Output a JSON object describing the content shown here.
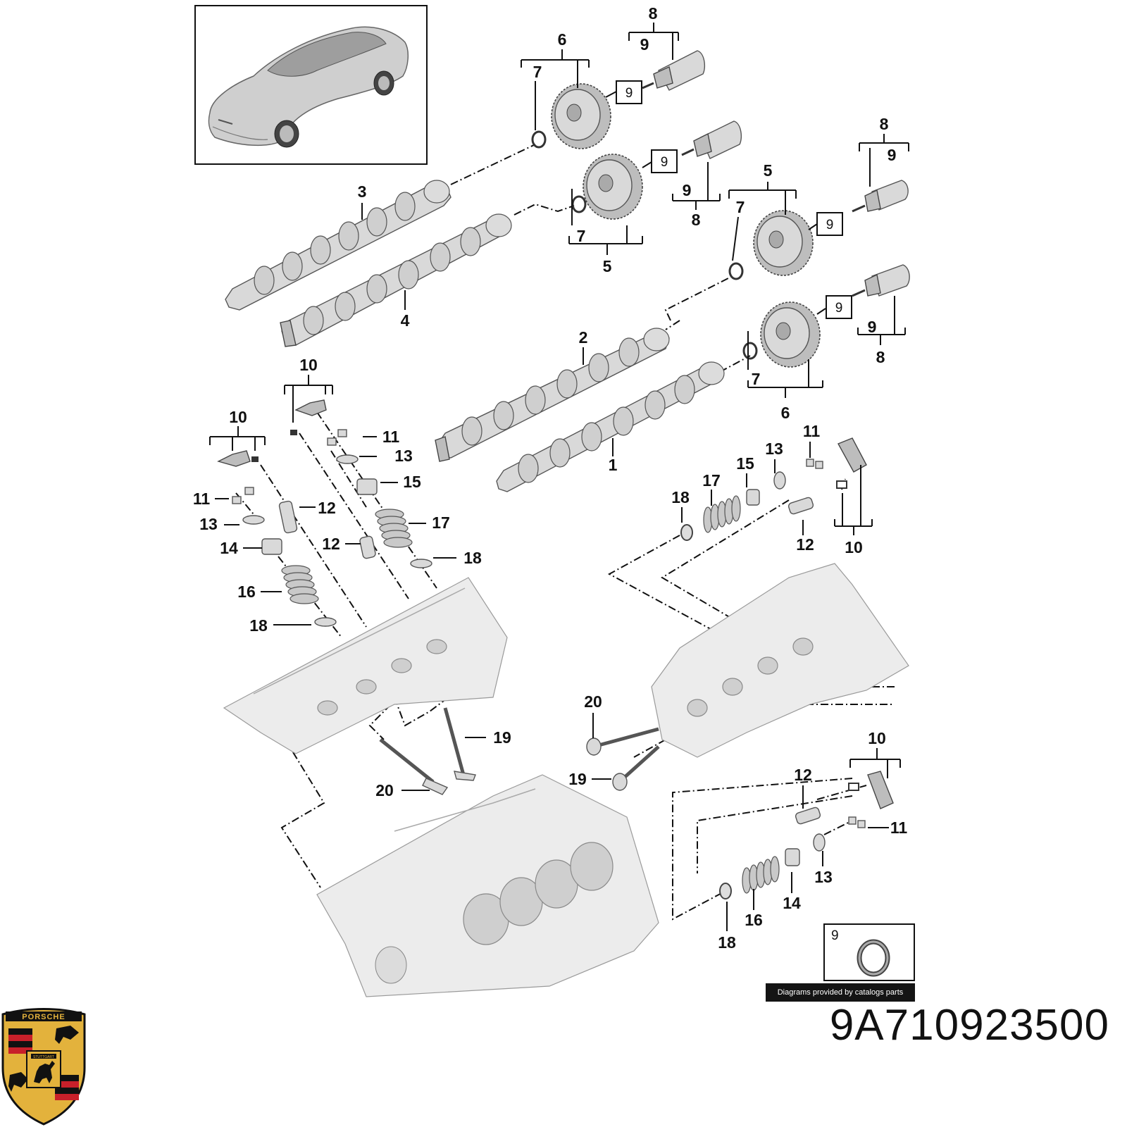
{
  "part_number": "9A710923500",
  "credit": "Diagrams provided by catalogs parts",
  "logo": {
    "name": "porsche-crest",
    "text": "PORSCHE",
    "subtext": "STUTTGART",
    "colors": {
      "gold": "#e3b23c",
      "red": "#c8202a",
      "black": "#111111"
    }
  },
  "inset_label": "9",
  "callouts": {
    "c1": "1",
    "c2": "2",
    "c3": "3",
    "c4": "4",
    "c5a": "5",
    "c5b": "5",
    "c6a": "6",
    "c6b": "6",
    "c7a": "7",
    "c7b": "7",
    "c7c": "7",
    "c7d": "7",
    "c8a": "8",
    "c8b": "8",
    "c8c": "8",
    "c8d": "8",
    "c9a": "9",
    "c9b": "9",
    "c9c": "9",
    "c9d": "9",
    "b9a": "9",
    "b9b": "9",
    "b9c": "9",
    "b9d": "9",
    "c10a": "10",
    "c10b": "10",
    "c10c": "10",
    "c10d": "10",
    "c11a": "11",
    "c11b": "11",
    "c11c": "11",
    "c11d": "11",
    "c12a": "12",
    "c12b": "12",
    "c12c": "12",
    "c12d": "12",
    "c13a": "13",
    "c13b": "13",
    "c13c": "13",
    "c13d": "13",
    "c14a": "14",
    "c14b": "14",
    "c15a": "15",
    "c15b": "15",
    "c16a": "16",
    "c16b": "16",
    "c17a": "17",
    "c17b": "17",
    "c18a": "18",
    "c18b": "18",
    "c18c": "18",
    "c18d": "18",
    "c19a": "19",
    "c19b": "19",
    "c20a": "20",
    "c20b": "20"
  }
}
